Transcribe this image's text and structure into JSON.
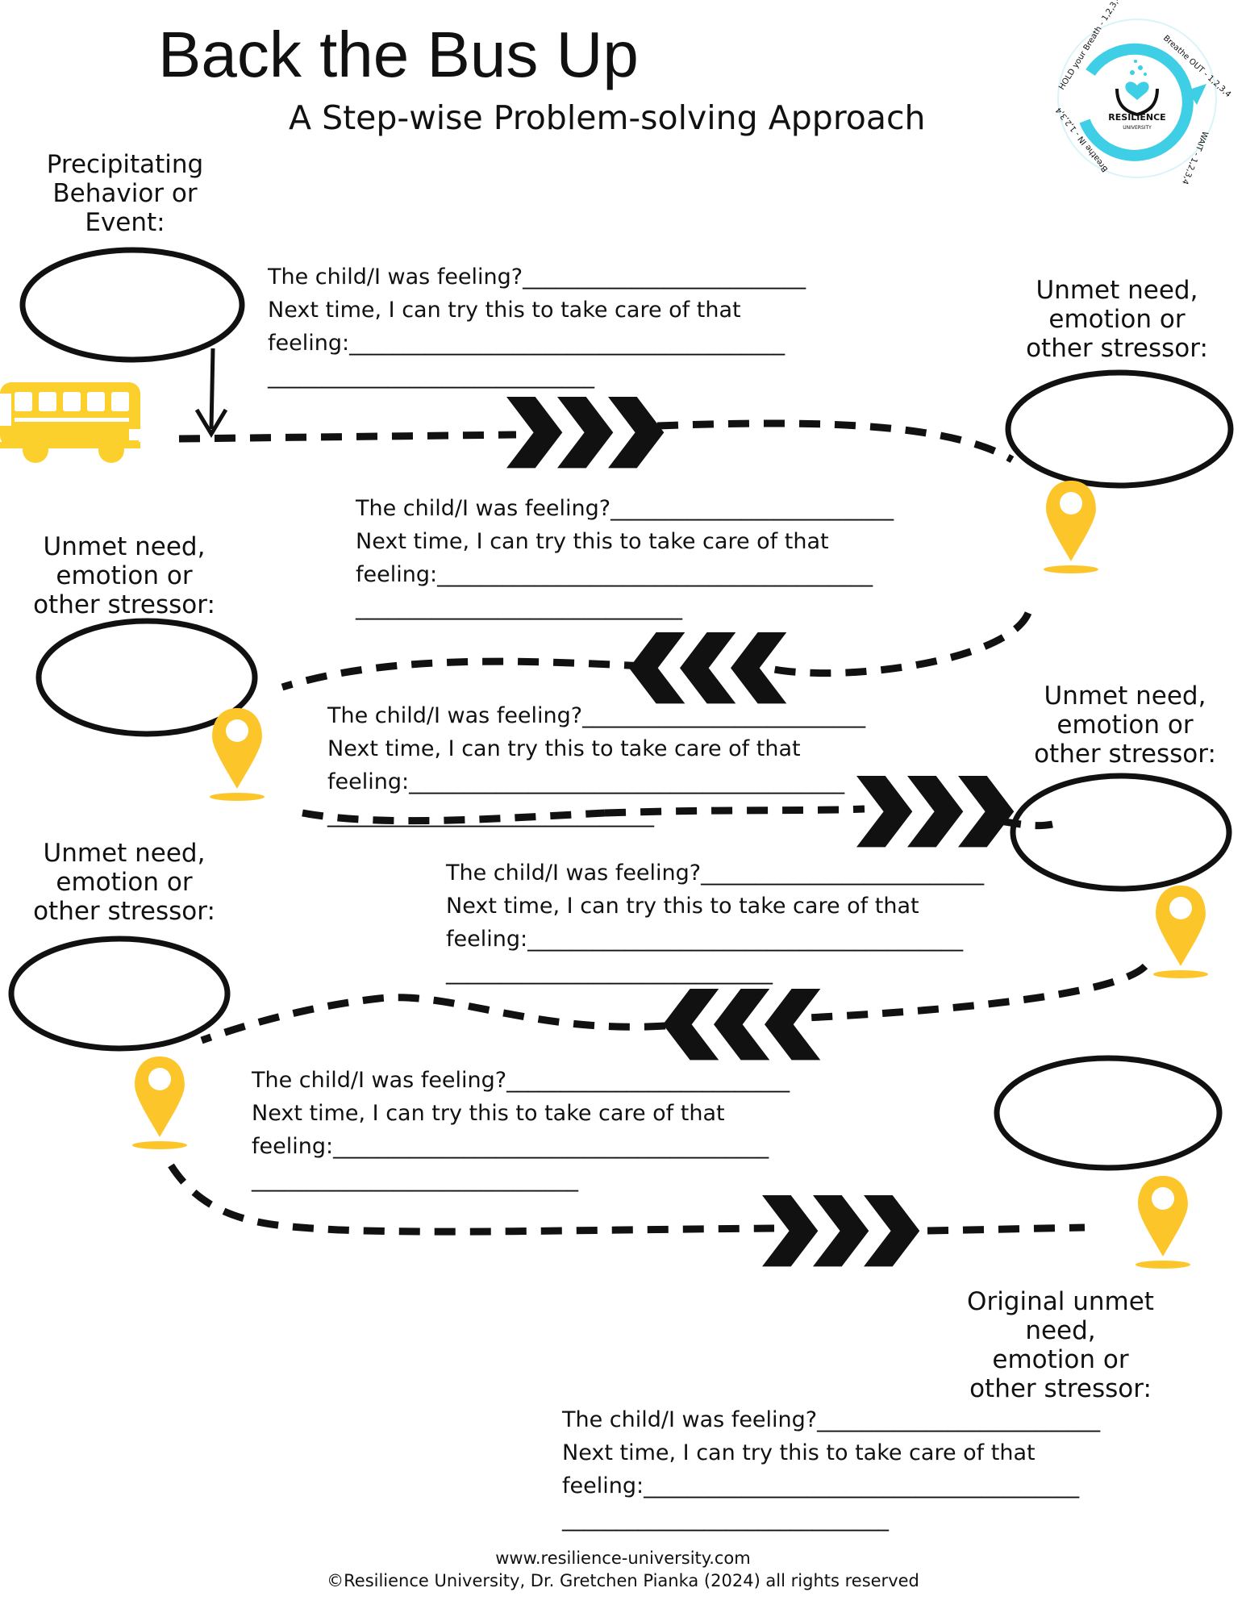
{
  "header": {
    "title": "Back the Bus Up",
    "subtitle": "A Step-wise Problem-solving Approach"
  },
  "logo": {
    "name": "RESILIENCE",
    "sub": "UNIVERSITY",
    "ring_hold": "HOLD your Breath - 1,2,3,4",
    "ring_breathe_out": "Breathe OUT - 1,2,3,4",
    "ring_wait": "WAIT - 1,2,3,4",
    "ring_breathe_in": "Breathe IN - 1,2,3,4",
    "accent_color": "#3ecfe6"
  },
  "labels": {
    "precipitating": [
      "Precipitating",
      "Behavior or",
      "Event:"
    ],
    "unmet": [
      "Unmet need,",
      "emotion or",
      "other stressor:"
    ],
    "original": [
      "Original unmet",
      "need,",
      "emotion or",
      "other stressor:"
    ]
  },
  "prompts": {
    "feeling": "The child/I was feeling?__________________________",
    "next_time": "Next time, I can try this to take care of that",
    "feeling_line": "feeling:________________________________________",
    "blank_line": "______________________________"
  },
  "colors": {
    "bus": "#fcd02c",
    "pin": "#fcc62a",
    "ink": "#111111"
  },
  "icons": [
    "bus-icon",
    "location-pin-icon",
    "chevron-right-icon",
    "chevron-left-icon",
    "breathing-hands-heart-icon"
  ],
  "footer": {
    "url": "www.resilience-university.com",
    "copyright": "©Resilience University, Dr. Gretchen Pianka (2024) all rights reserved"
  }
}
